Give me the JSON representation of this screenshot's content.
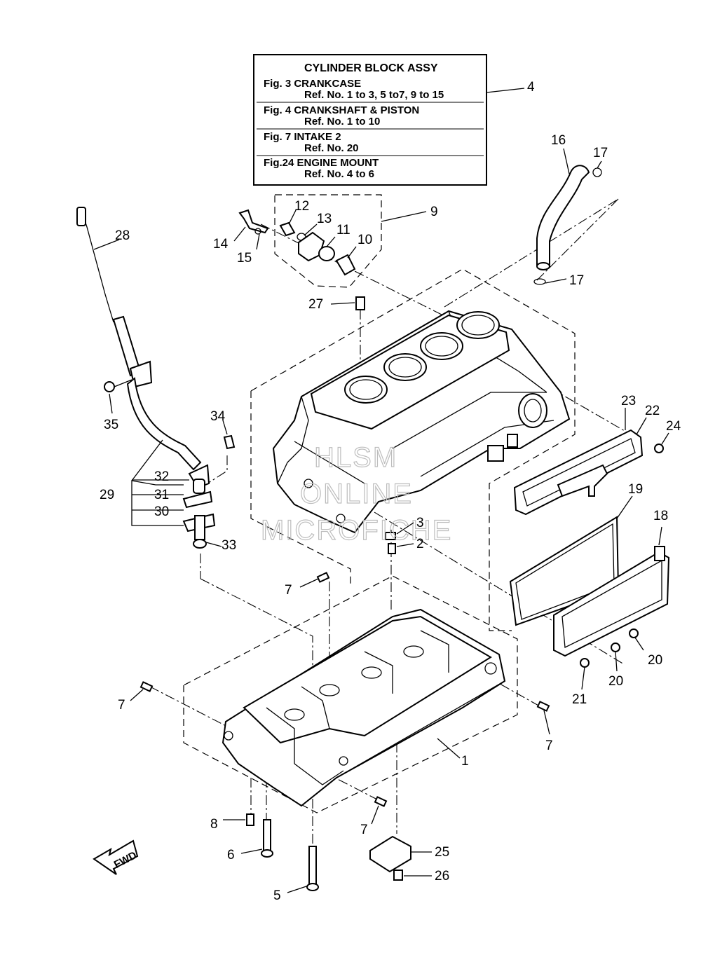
{
  "info_box": {
    "title": "CYLINDER BLOCK ASSY",
    "lines": [
      "Fig.  3 CRANKCASE",
      "Ref. No. 1 to 3, 5 to7, 9 to 15",
      "Fig.  4 CRANKSHAFT & PISTON",
      "Ref. No. 1 to 10",
      "Fig.  7 INTAKE 2",
      "Ref. No. 20",
      "Fig.24 ENGINE MOUNT",
      "Ref. No. 4 to 6"
    ]
  },
  "labels": {
    "p1": "1",
    "p2": "2",
    "p3": "3",
    "p4": "4",
    "p5": "5",
    "p6": "6",
    "p7a": "7",
    "p7b": "7",
    "p7c": "7",
    "p7d": "7",
    "p8": "8",
    "p9": "9",
    "p10": "10",
    "p11": "11",
    "p12": "12",
    "p13": "13",
    "p14": "14",
    "p15": "15",
    "p16": "16",
    "p17a": "17",
    "p17b": "17",
    "p18": "18",
    "p19": "19",
    "p20a": "20",
    "p20b": "20",
    "p21": "21",
    "p22": "22",
    "p23": "23",
    "p24": "24",
    "p25": "25",
    "p26": "26",
    "p27": "27",
    "p28": "28",
    "p29": "29",
    "p30": "30",
    "p31": "31",
    "p32": "32",
    "p33": "33",
    "p34": "34",
    "p35": "35"
  },
  "fwd_label": "FWD",
  "watermark": [
    "HLSM",
    "ONLINE",
    "MICROFICHE"
  ]
}
